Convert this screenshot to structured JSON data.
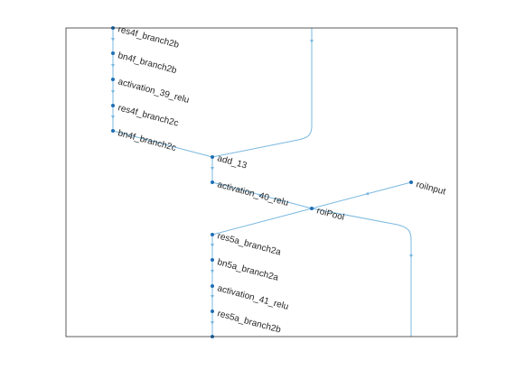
{
  "colors": {
    "edge": "#7ab8e0",
    "node": "#1f6fb5",
    "frame": "#262626",
    "background": "#ffffff"
  },
  "nodes": {
    "res4f_branch2b": "res4f_branch2b",
    "bn4f_branch2b": "bn4f_branch2b",
    "activation_39_relu": "activation_39_relu",
    "res4f_branch2c": "res4f_branch2c",
    "bn4f_branch2c": "bn4f_branch2c",
    "add_13": "add_13",
    "activation_40_relu": "activation_40_relu",
    "roiPool": "roiPool",
    "roiInput": "roiInput",
    "res5a_branch2a": "res5a_branch2a",
    "bn5a_branch2a": "bn5a_branch2a",
    "activation_41_relu": "activation_41_relu",
    "res5a_branch2b": "res5a_branch2b"
  },
  "edges": [
    [
      "res4f_branch2b",
      "bn4f_branch2b"
    ],
    [
      "bn4f_branch2b",
      "activation_39_relu"
    ],
    [
      "activation_39_relu",
      "res4f_branch2c"
    ],
    [
      "res4f_branch2c",
      "bn4f_branch2c"
    ],
    [
      "bn4f_branch2c",
      "add_13"
    ],
    [
      "add_13",
      "activation_40_relu"
    ],
    [
      "activation_40_relu",
      "roiPool"
    ],
    [
      "roiInput",
      "roiPool"
    ],
    [
      "roiPool",
      "res5a_branch2a"
    ],
    [
      "res5a_branch2a",
      "bn5a_branch2a"
    ],
    [
      "bn5a_branch2a",
      "activation_41_relu"
    ],
    [
      "activation_41_relu",
      "res5a_branch2b"
    ]
  ]
}
